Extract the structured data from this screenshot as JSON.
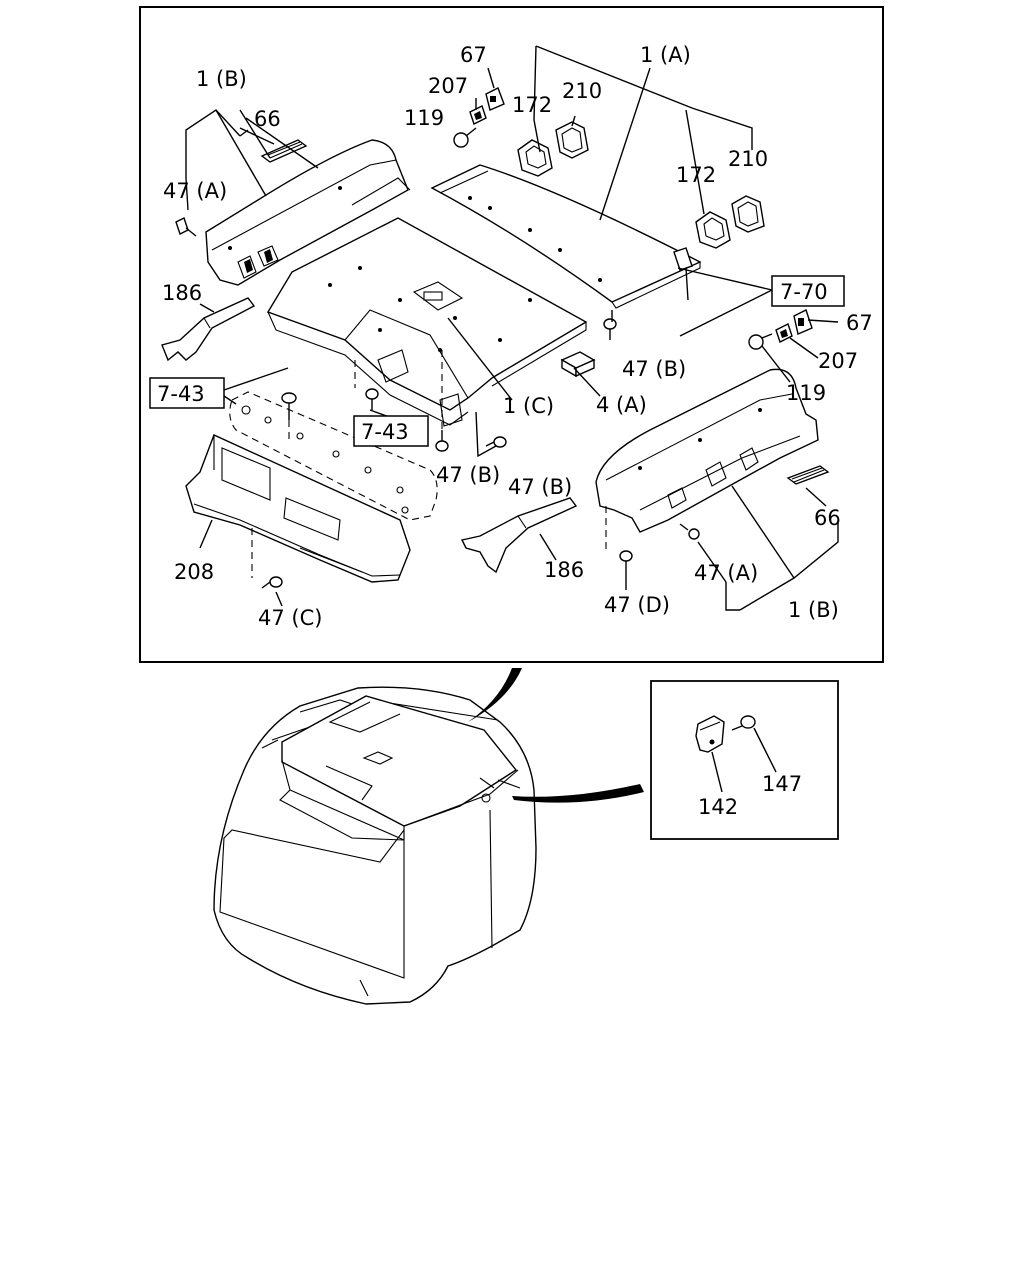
{
  "callouts": {
    "c_1A": "1 (A)",
    "c_1B_top": "1 (B)",
    "c_1B_bottom": "1 (B)",
    "c_1C": "1 (C)",
    "c_4A": "4 (A)",
    "c_47A_left": "47 (A)",
    "c_47A_right": "47 (A)",
    "c_47B_right": "47 (B)",
    "c_47B_mid": "47 (B)",
    "c_47B_low": "47 (B)",
    "c_47C": "47 (C)",
    "c_47D": "47 (D)",
    "c_66_left": "66",
    "c_66_right": "66",
    "c_67_top": "67",
    "c_67_right": "67",
    "c_119_top": "119",
    "c_119_right": "119",
    "c_142": "142",
    "c_147": "147",
    "c_172_a": "172",
    "c_172_b": "172",
    "c_186_left": "186",
    "c_186_right": "186",
    "c_207_top": "207",
    "c_207_right": "207",
    "c_208": "208",
    "c_210_a": "210",
    "c_210_b": "210"
  },
  "references": {
    "ref_7_70": "7-70",
    "ref_7_43_a": "7-43",
    "ref_7_43_b": "7-43"
  }
}
